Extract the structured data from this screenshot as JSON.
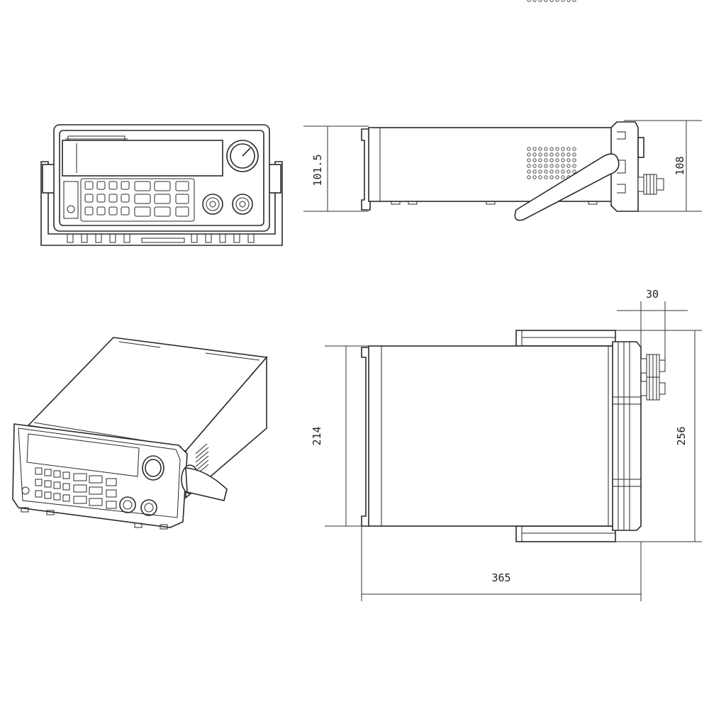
{
  "views": {
    "front": "front-view",
    "side": "side-view",
    "iso": "isometric-view",
    "top": "top-view"
  },
  "dimensions": {
    "side_height": "101.5",
    "side_total_height": "108",
    "top_width": "214",
    "top_total_width": "256",
    "top_length": "365",
    "terminal_depth": "30"
  }
}
